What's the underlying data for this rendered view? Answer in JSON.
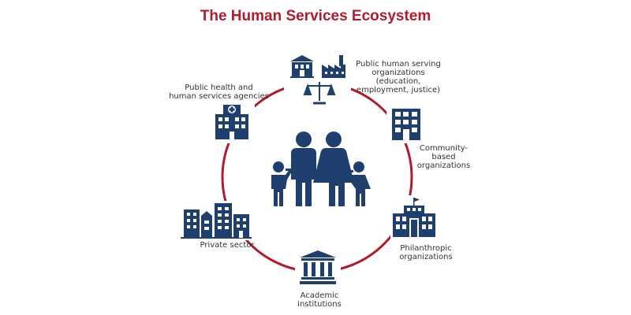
{
  "title": "The Human Services Ecosystem",
  "colors": {
    "title": "#b01c2e",
    "ring": "#b01c2e",
    "icon": "#1f3f6e"
  },
  "nodes": {
    "public_orgs": "Public human serving organizations (education, employment, justice)",
    "public_health": "Public health and human services agencies",
    "community": "Community-based organizations",
    "private": "Private sector",
    "philanthropic": "Philanthropic organizations",
    "academic": "Academic institutions"
  },
  "labels": {
    "public_orgs": [
      "Public human serving",
      "organizations (education,",
      "employment, justice)"
    ],
    "public_health": [
      "Public health and",
      "human services agencies"
    ],
    "community": [
      "Community-",
      "based",
      "organizations"
    ],
    "private": [
      "Private sector"
    ],
    "philanthropic": [
      "Philanthropic",
      "organizations"
    ],
    "academic": [
      "Academic",
      "institutions"
    ]
  },
  "center": "family"
}
